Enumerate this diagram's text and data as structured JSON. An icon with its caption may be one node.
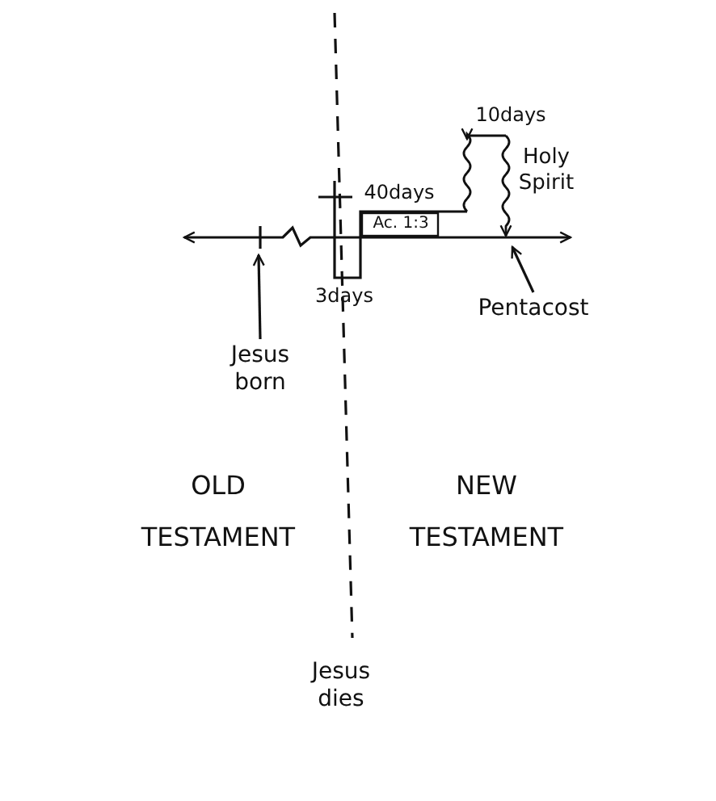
{
  "diagram": {
    "nodes": [
      {
        "text": [
          "Jesus born"
        ]
      },
      {
        "text": [
          "Pentacost"
        ]
      },
      {
        "text": [
          "Jesus dies"
        ]
      }
    ],
    "edges": [
      {
        "from": 0,
        "to": null,
        "arrow": "to"
      },
      {
        "from": 1,
        "to": null,
        "arrow": "to"
      }
    ],
    "labels": [
      "40days",
      "Ac. 1:3",
      "10days",
      "Holy Spirit",
      "3days",
      "OLD TESTAMENT",
      "NEW TESTAMENT"
    ]
  }
}
